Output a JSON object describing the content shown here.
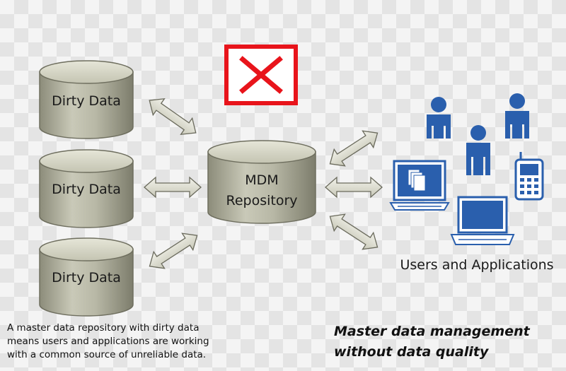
{
  "sources": [
    {
      "label": "Dirty Data"
    },
    {
      "label": "Dirty Data"
    },
    {
      "label": "Dirty Data"
    }
  ],
  "repository": {
    "line1": "MDM",
    "line2": "Repository"
  },
  "status_icon": {
    "icon": "red-x-icon",
    "color": "#e8141b"
  },
  "consumers": {
    "label": "Users and Applications",
    "icon_color": "#2a5fad",
    "icons": [
      "user-icon",
      "user-icon",
      "user-icon",
      "desktop-computer-icon",
      "laptop-icon",
      "mobile-phone-icon"
    ]
  },
  "caption": {
    "line1": "A master data repository with dirty data",
    "line2": "means users and applications are working",
    "line3": "with a common source of unreliable data."
  },
  "title": {
    "line1": "Master data management",
    "line2": "without data quality"
  }
}
